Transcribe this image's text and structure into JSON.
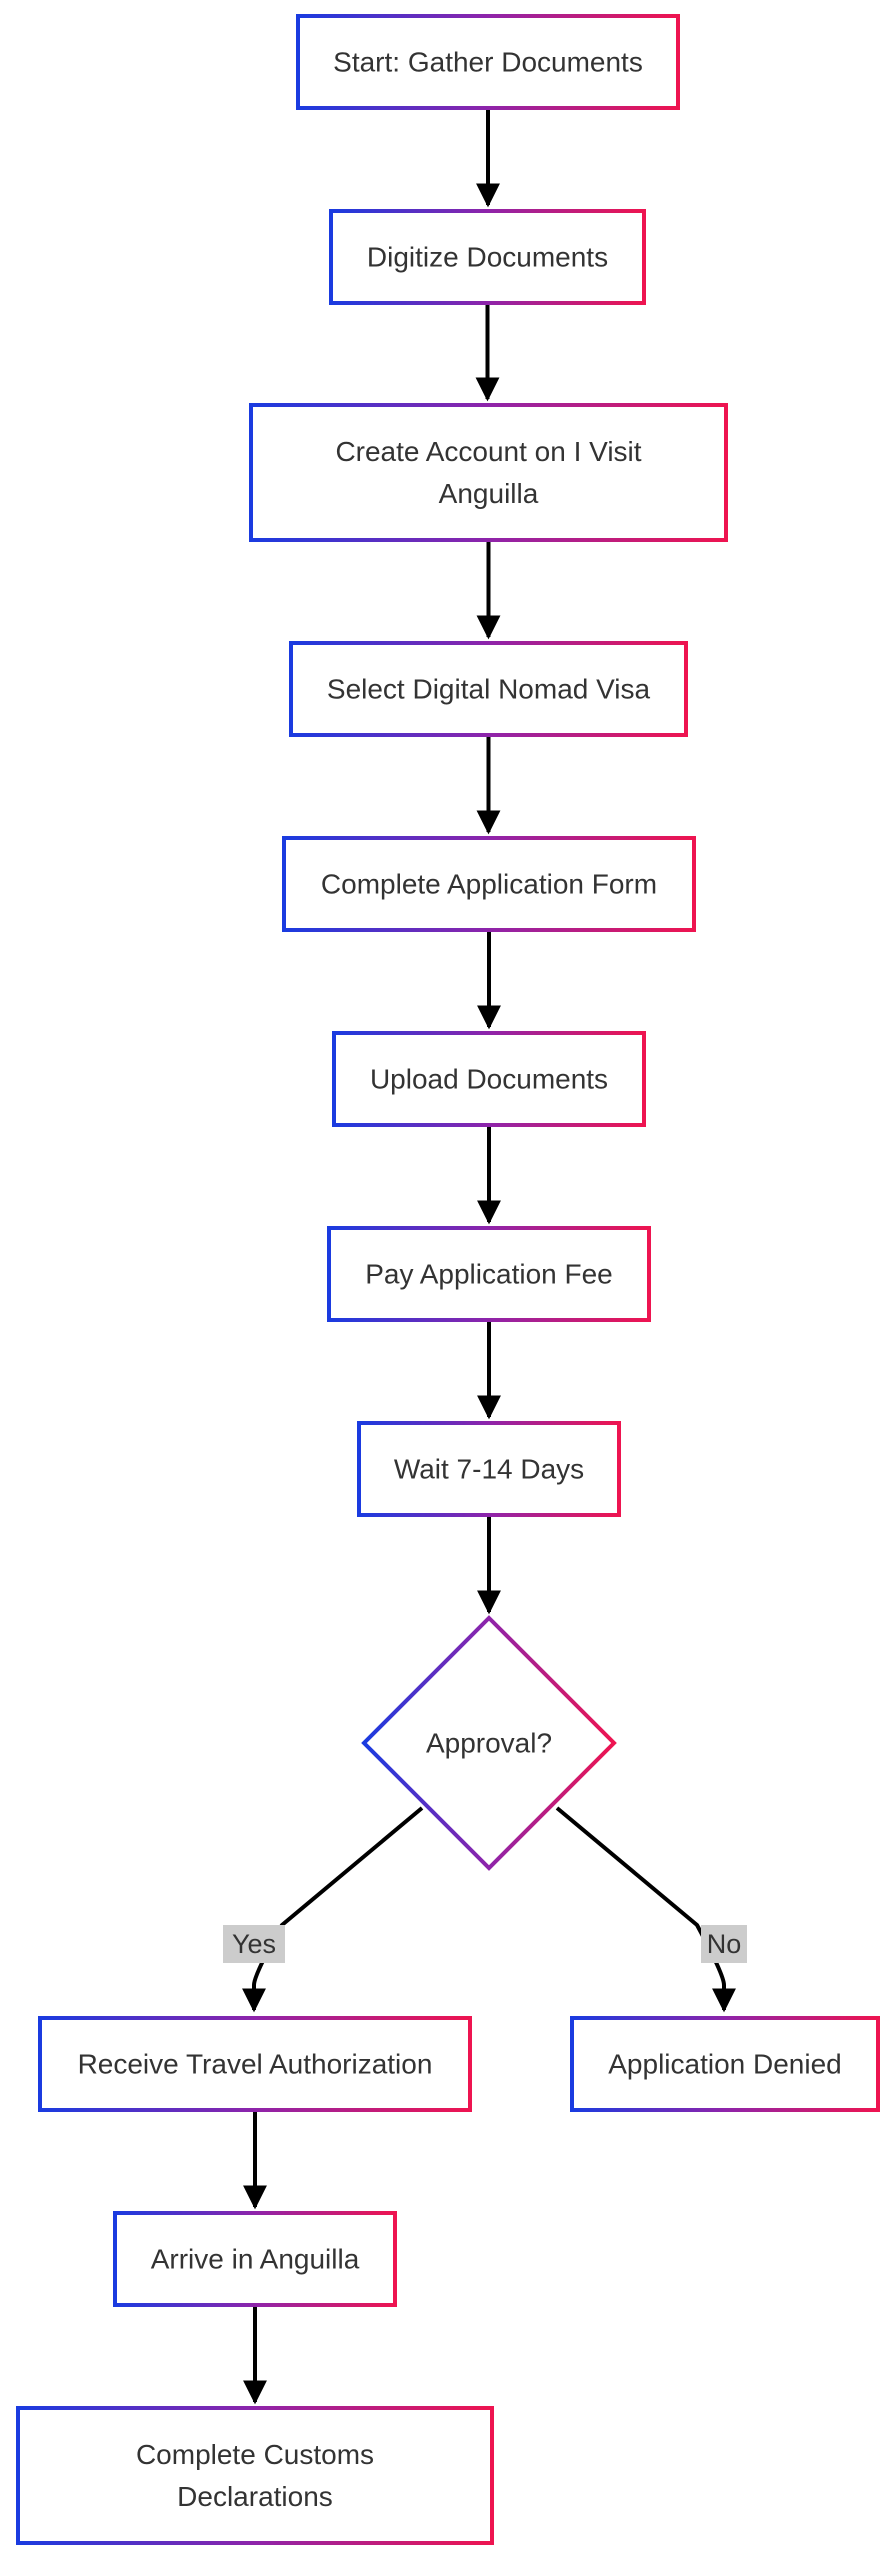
{
  "diagram": {
    "nodes": [
      {
        "id": "start",
        "label": "Start: Gather Documents"
      },
      {
        "id": "digitize",
        "label": "Digitize Documents"
      },
      {
        "id": "account",
        "label": [
          "Create Account on I Visit",
          "Anguilla"
        ]
      },
      {
        "id": "visa",
        "label": "Select Digital Nomad Visa"
      },
      {
        "id": "form",
        "label": "Complete Application Form"
      },
      {
        "id": "upload",
        "label": "Upload Documents"
      },
      {
        "id": "fee",
        "label": "Pay Application Fee"
      },
      {
        "id": "wait",
        "label": "Wait 7-14 Days"
      },
      {
        "id": "approval",
        "label": "Approval?"
      },
      {
        "id": "receive",
        "label": "Receive Travel Authorization"
      },
      {
        "id": "denied",
        "label": "Application Denied"
      },
      {
        "id": "arrive",
        "label": "Arrive in Anguilla"
      },
      {
        "id": "customs",
        "label": [
          "Complete Customs",
          "Declarations"
        ]
      }
    ],
    "edges": [
      {
        "from": "start",
        "to": "digitize"
      },
      {
        "from": "digitize",
        "to": "account"
      },
      {
        "from": "account",
        "to": "visa"
      },
      {
        "from": "visa",
        "to": "form"
      },
      {
        "from": "form",
        "to": "upload"
      },
      {
        "from": "upload",
        "to": "fee"
      },
      {
        "from": "fee",
        "to": "wait"
      },
      {
        "from": "wait",
        "to": "approval"
      },
      {
        "from": "approval",
        "to": "receive",
        "label": "Yes"
      },
      {
        "from": "approval",
        "to": "denied",
        "label": "No"
      },
      {
        "from": "receive",
        "to": "arrive"
      },
      {
        "from": "arrive",
        "to": "customs"
      }
    ],
    "colors": {
      "gradient_start": "#1a3be0",
      "gradient_mid": "#8e24aa",
      "gradient_end": "#ee1450",
      "edge": "#000000",
      "edge_label_bg": "#cccccc",
      "text": "#333333"
    }
  }
}
